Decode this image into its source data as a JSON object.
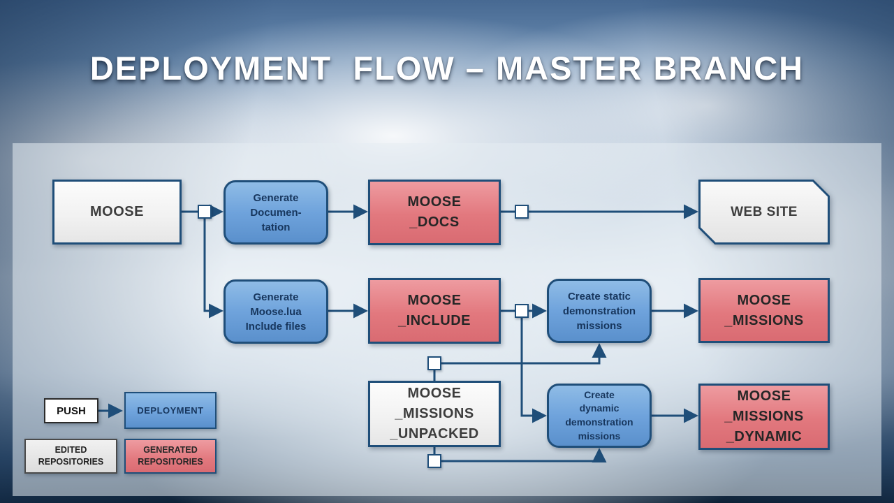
{
  "title": "DEPLOYMENT  FLOW – MASTER BRANCH",
  "nodes": {
    "moose": "MOOSE",
    "generate_documentation": "Generate\nDocumen-\ntation",
    "moose_docs": "MOOSE\n_DOCS",
    "web_site": "WEB SITE",
    "generate_include": "Generate\nMoose.lua\nInclude files",
    "moose_include": "MOOSE\n_INCLUDE",
    "create_static_missions": "Create static\ndemonstration\nmissions",
    "moose_missions": "MOOSE\n_MISSIONS",
    "moose_missions_unpacked": "MOOSE\n_MISSIONS\n_UNPACKED",
    "create_dynamic_missions": "Create\ndynamic\ndemonstration\nmissions",
    "moose_missions_dynamic": "MOOSE\n_MISSIONS\n_DYNAMIC"
  },
  "legend": {
    "push": "PUSH",
    "deployment": "DEPLOYMENT",
    "edited_repositories": "EDITED\nREPOSITORIES",
    "generated_repositories": "GENERATED\nREPOSITORIES"
  },
  "colors": {
    "connector": "#1F4E79",
    "process_blue": "#6FA3DC",
    "repository_red": "#E2787E",
    "neutral_box": "#F2F2F2",
    "title_color": "#FFFFFF"
  }
}
